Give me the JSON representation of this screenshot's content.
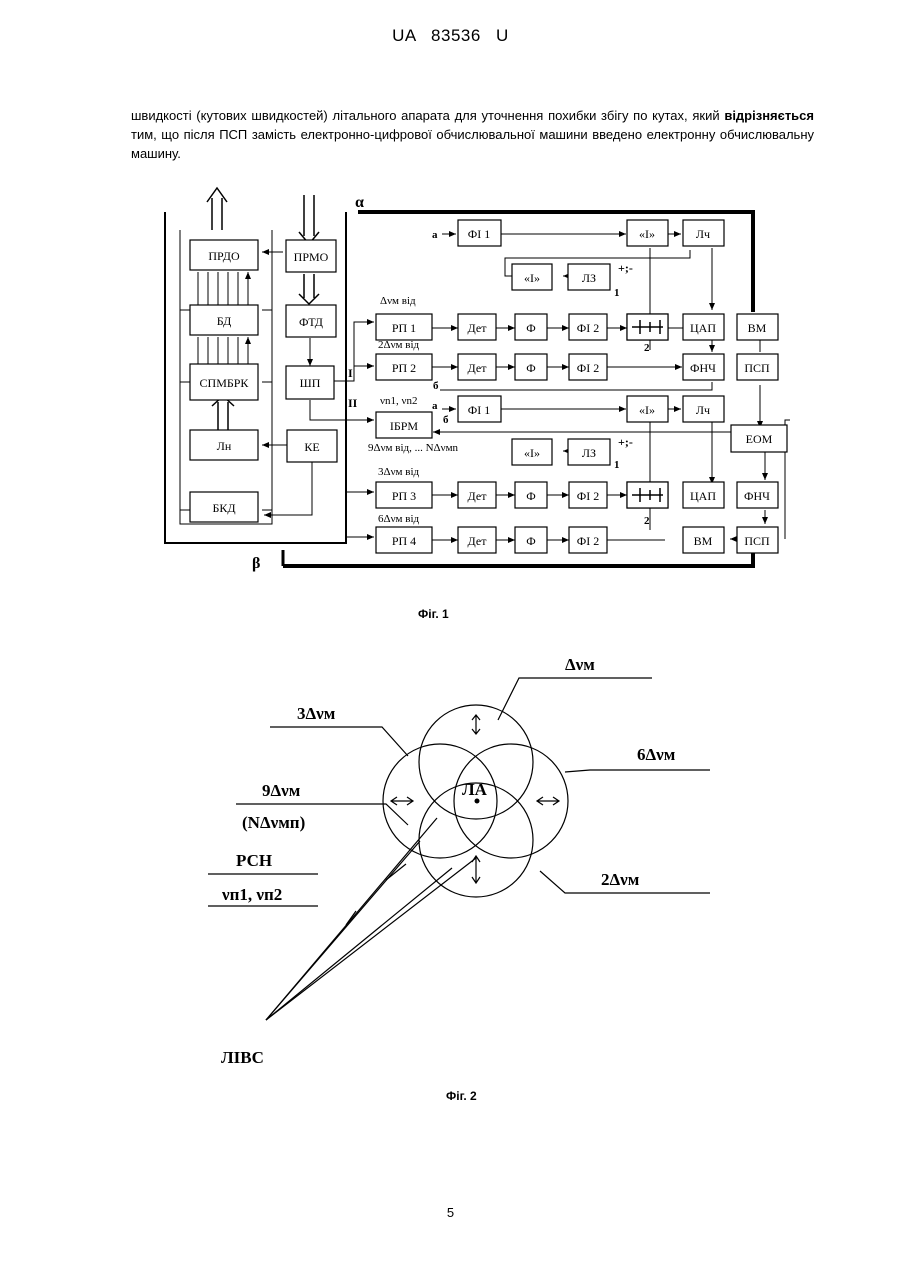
{
  "header": {
    "doc_code": "UA   83536   U"
  },
  "paragraph": {
    "part1": "швидкості (кутових швидкостей) літального апарата для уточнення похибки збігу по кутах, який ",
    "bold": "відрізняється",
    "part2": " тим, що після ПСП замість електронно-цифрової обчислювальної машини введено електронну обчислювальну машину."
  },
  "fig1": {
    "caption": "Фіг. 1",
    "blocks": {
      "prdo": "ПРДО",
      "prmo": "ПРМО",
      "bd": "БД",
      "ftd": "ФТД",
      "spmbrk": "СПМБРК",
      "shp": "ШП",
      "ln": "Лн",
      "ke": "КЕ",
      "bkd": "БКД",
      "ibrm": "ІБРМ",
      "eom": "ЕОМ",
      "fi1": "ФІ 1",
      "int": "«І»",
      "lch": "Лч",
      "lz": "ЛЗ",
      "rp1": "РП 1",
      "rp2": "РП 2",
      "rp3": "РП 3",
      "rp4": "РП 4",
      "det": "Дет",
      "f": "Ф",
      "fi2": "ФІ 2",
      "tsap": "ЦАП",
      "vm": "ВМ",
      "fnch": "ФНЧ",
      "psp": "ПСП"
    },
    "labels": {
      "alpha": "α",
      "beta": "β",
      "roman1": "I",
      "roman2": "II",
      "dv": "Δνм від",
      "dv2": "2Δνм від",
      "dv3": "3Δνм від",
      "dv6": "6Δνм від",
      "vn": "νn1, νn2",
      "dv9": "9Δνм від, ... NΔνмn",
      "a": "а",
      "b": "б",
      "pm": "+;-",
      "one": "1",
      "two": "2"
    }
  },
  "fig2": {
    "caption": "Фіг. 2",
    "labels": {
      "dvm": "Δνм",
      "dvm3": "3Δνм",
      "dvm6": "6Δνм",
      "dvm9": "9Δνм",
      "ndvm": "(NΔνмп)",
      "dvm2": "2Δνм",
      "la": "ЛА",
      "rsn": "РСН",
      "vn": "νп1, νп2",
      "livs": "ЛІВС"
    }
  },
  "page_number": "5"
}
